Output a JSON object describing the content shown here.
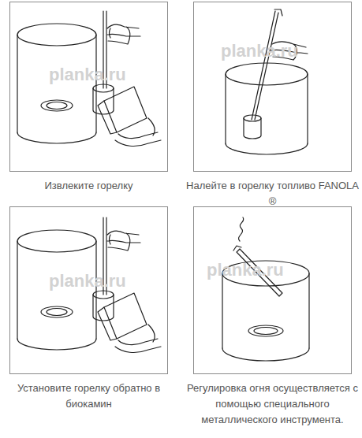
{
  "diagram": {
    "nodes": [
      {
        "text": [
          "Извлеките горелку"
        ]
      },
      {
        "text": [
          "Налейте в горелку топливо FANOLA ®"
        ]
      },
      {
        "text": [
          "Установите горелку обратно в биокамин"
        ]
      },
      {
        "text": [
          "Регулировка огня осуществляется с помощью специального металлического инструмента."
        ]
      }
    ],
    "labels": [
      "planka.ru",
      "planka.ru",
      "planka.ru",
      "planka.ru"
    ]
  }
}
